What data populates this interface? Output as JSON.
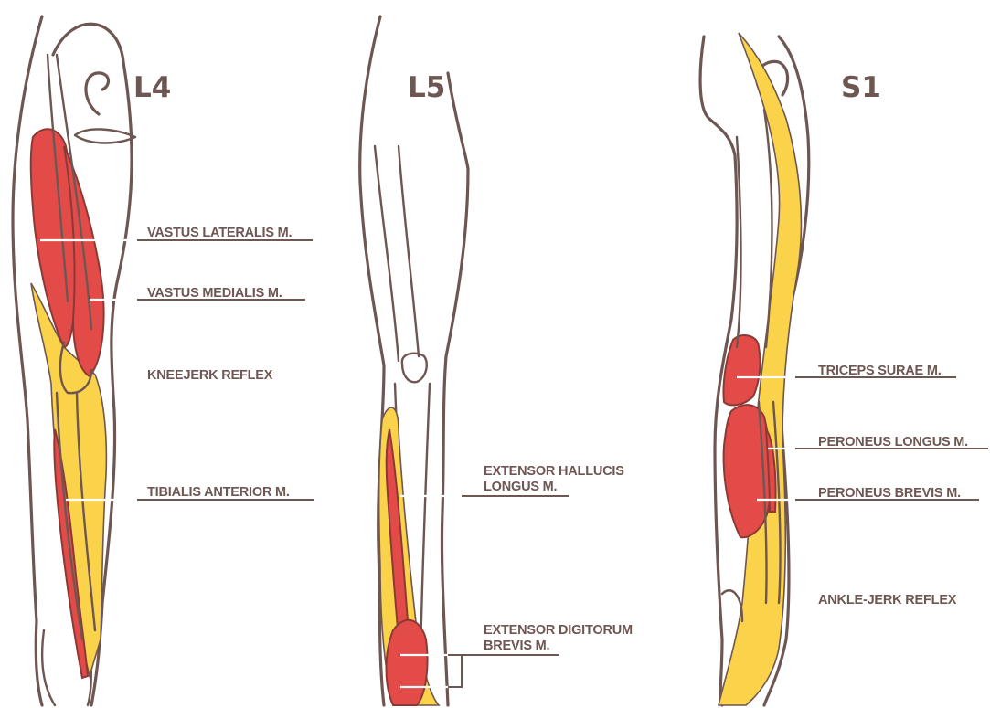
{
  "colors": {
    "outline": "#6e5652",
    "muscle_red": "#e24b48",
    "nerve_yellow": "#fad34a",
    "background": "#ffffff"
  },
  "panels": [
    {
      "segment": "L4",
      "labels": [
        "VASTUS LATERALIS M.",
        "VASTUS MEDIALIS M.",
        "KNEEJERK REFLEX",
        "TIBIALIS ANTERIOR M."
      ]
    },
    {
      "segment": "L5",
      "labels": [
        [
          "EXTENSOR HALLUCIS",
          "LONGUS M."
        ],
        [
          "EXTENSOR DIGITORUM",
          "BREVIS M."
        ]
      ]
    },
    {
      "segment": "S1",
      "labels": [
        "TRICEPS SURAE M.",
        "PERONEUS LONGUS M.",
        "PERONEUS BREVIS M.",
        "ANKLE-JERK REFLEX"
      ]
    }
  ]
}
